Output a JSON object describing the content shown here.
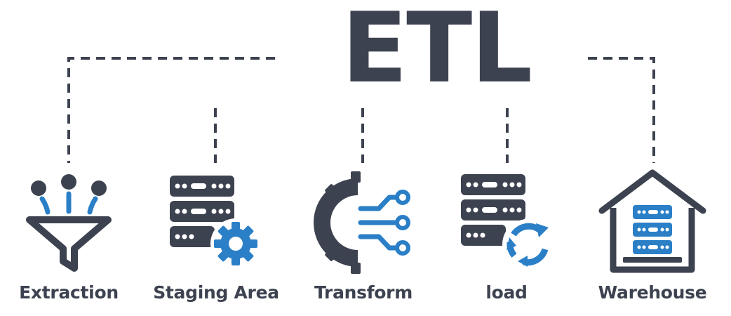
{
  "title": "ETL",
  "stages": [
    {
      "label": "Extraction",
      "icon": "funnel-icon"
    },
    {
      "label": "Staging Area",
      "icon": "server-gear-icon"
    },
    {
      "label": "Transform",
      "icon": "gear-circuit-icon"
    },
    {
      "label": "load",
      "icon": "server-refresh-icon"
    },
    {
      "label": "Warehouse",
      "icon": "warehouse-icon"
    }
  ],
  "colors": {
    "dark": "#3d4250",
    "accent": "#2a7fc7"
  }
}
